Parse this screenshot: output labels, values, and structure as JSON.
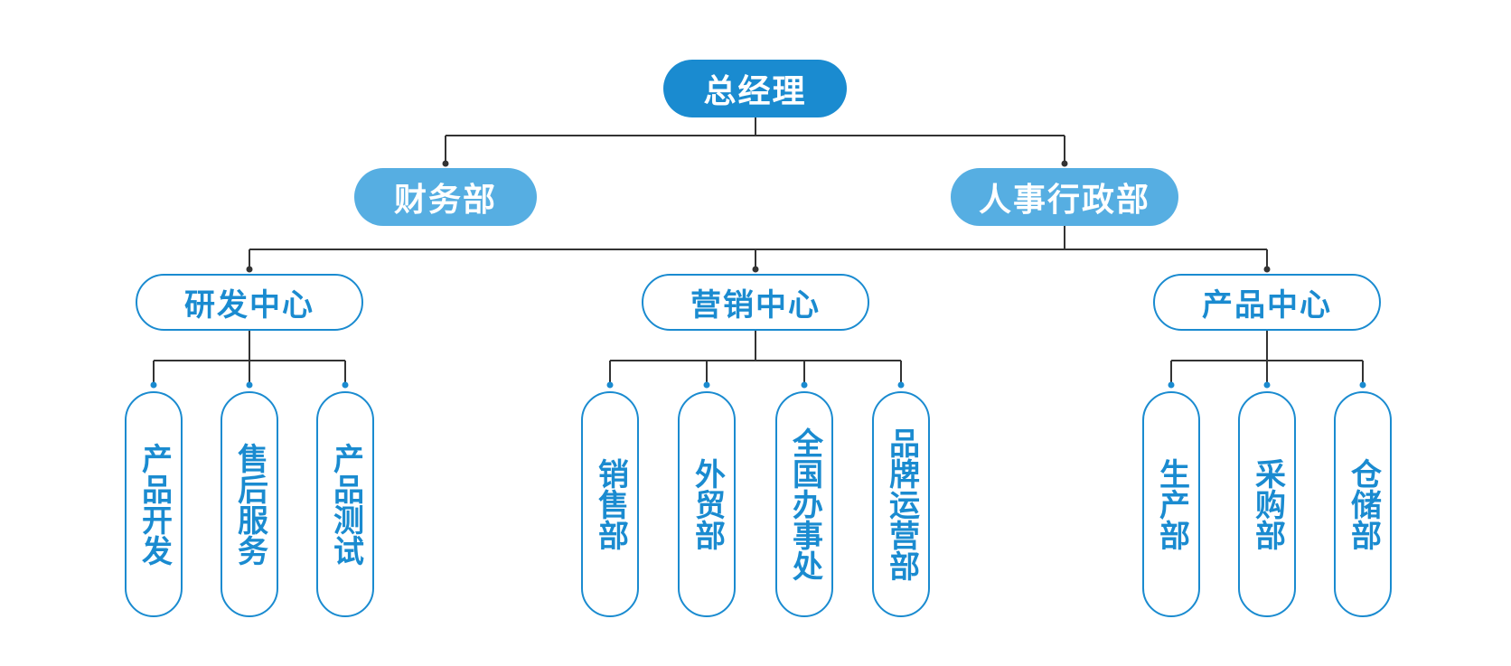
{
  "org_chart": {
    "ceo": "总经理",
    "finance": "财务部",
    "hr_admin": "人事行政部",
    "centers": {
      "rd": {
        "label": "研发中心",
        "units": [
          "产品开发",
          "售后服务",
          "产品测试"
        ]
      },
      "marketing": {
        "label": "营销中心",
        "units": [
          "销售部",
          "外贸部",
          "全国办事处",
          "品牌运营部"
        ]
      },
      "product": {
        "label": "产品中心",
        "units": [
          "生产部",
          "采购部",
          "仓储部"
        ]
      }
    }
  },
  "colors": {
    "primary": "#1a8bd0",
    "secondary": "#56aee2",
    "connector": "#333333"
  }
}
